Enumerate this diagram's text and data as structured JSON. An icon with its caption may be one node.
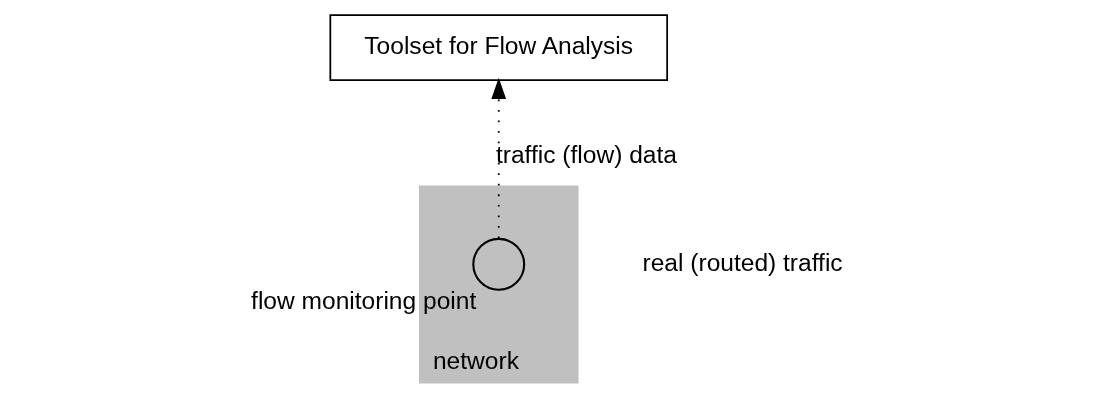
{
  "diagram": {
    "nodes": [
      {
        "text": [
          "Toolset for Flow Analysis"
        ]
      },
      {
        "text": [
          "network"
        ]
      },
      {
        "text": [
          "flow monitoring point"
        ],
        "in": 1
      }
    ],
    "edges": [
      {
        "from": 2,
        "to": 0,
        "arrow": "to",
        "style": "dashed",
        "label": "traffic (flow) data"
      }
    ],
    "labels": [
      "real (routed) traffic"
    ]
  }
}
